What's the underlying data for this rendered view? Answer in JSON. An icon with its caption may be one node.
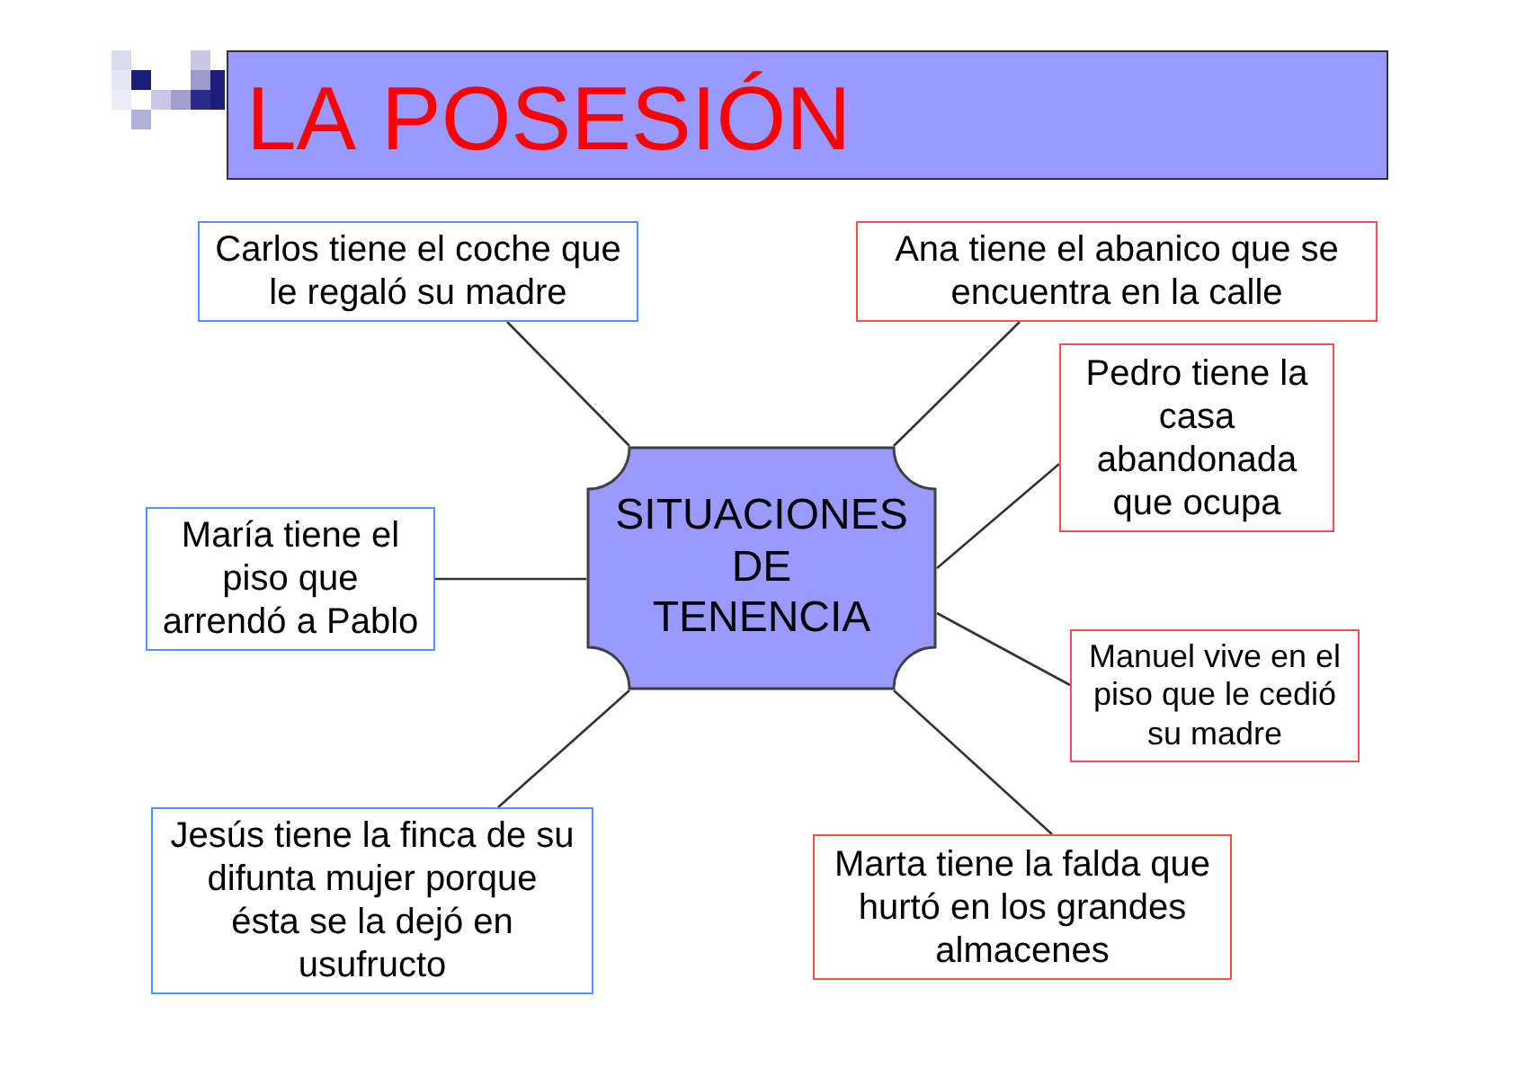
{
  "diagram": {
    "title": "LA POSESIÓN",
    "nodes": [
      {
        "text": [
          "Carlos tiene el coche que le regaló su madre"
        ]
      },
      {
        "text": [
          "Ana tiene el abanico que se encuentra en la calle"
        ]
      },
      {
        "text": [
          "Pedro tiene la casa abandonada que ocupa"
        ]
      },
      {
        "text": [
          "María tiene el piso que arrendó a Pablo"
        ]
      },
      {
        "text": [
          "SITUACIONES DE TENENCIA"
        ]
      },
      {
        "text": [
          "Manuel vive en el piso que le cedió su madre"
        ]
      },
      {
        "text": [
          "Jesús tiene la finca de su difunta mujer porque ésta se la dejó en usufructo"
        ]
      },
      {
        "text": [
          "Marta tiene la falda que hurtó en los grandes almacenes"
        ]
      }
    ],
    "edges": [
      {
        "from": 4,
        "to": 0,
        "arrow": "none"
      },
      {
        "from": 4,
        "to": 1,
        "arrow": "none"
      },
      {
        "from": 4,
        "to": 2,
        "arrow": "none"
      },
      {
        "from": 4,
        "to": 3,
        "arrow": "none"
      },
      {
        "from": 4,
        "to": 5,
        "arrow": "none"
      },
      {
        "from": 4,
        "to": 6,
        "arrow": "none"
      },
      {
        "from": 4,
        "to": 7,
        "arrow": "none"
      }
    ]
  }
}
